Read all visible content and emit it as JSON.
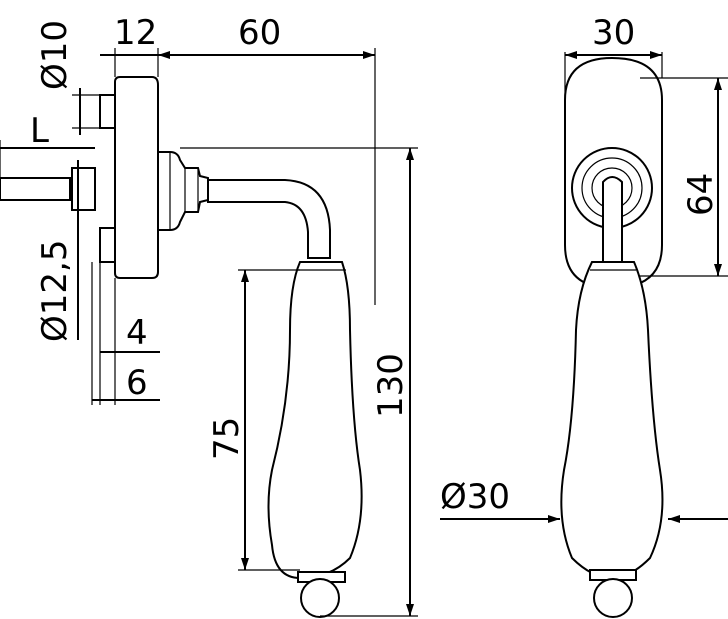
{
  "dimensions": {
    "plate_thickness": "12",
    "projection": "60",
    "rose_width": "30",
    "spindle_diameter": "Ø10",
    "spindle_length": "L",
    "base_diameter": "Ø12,5",
    "offset_a": "4",
    "offset_b": "6",
    "grip_length": "75",
    "total_height": "130",
    "rose_height": "64",
    "grip_diameter": "Ø30"
  }
}
